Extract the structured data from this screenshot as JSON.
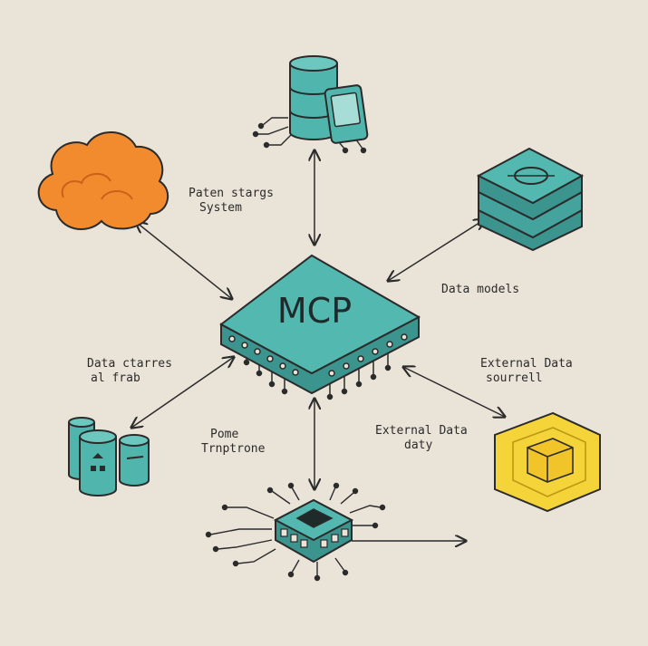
{
  "diagram": {
    "center": {
      "label": "MCP"
    },
    "labels": {
      "top_left": [
        "Paten stargs",
        "System"
      ],
      "right_upper": [
        "Data models"
      ],
      "left_lower": [
        "Data ctarres",
        "al frab"
      ],
      "right_lower": [
        "External Data",
        "sourrell"
      ],
      "center_lower_left": [
        "Pome",
        "Trnptrone"
      ],
      "center_lower_right": [
        "External Data",
        "daty"
      ]
    },
    "nodes": [
      {
        "id": "cloud",
        "icon": "cloud-icon",
        "color": "#f28a2e"
      },
      {
        "id": "database-phone",
        "icon": "database-phone-icon",
        "color": "#4fb5ad"
      },
      {
        "id": "server-stack",
        "icon": "server-stack-icon",
        "color": "#4fb5ad"
      },
      {
        "id": "storage-cylinders",
        "icon": "storage-cylinders-icon",
        "color": "#4fb5ad"
      },
      {
        "id": "data-cube",
        "icon": "cube-icon",
        "color": "#f5d43a"
      },
      {
        "id": "chip",
        "icon": "chip-icon",
        "color": "#4fb5ad"
      }
    ],
    "colors": {
      "background": "#e9e3d8",
      "teal": "#4fb5ad",
      "orange": "#f28a2e",
      "yellow": "#f5d43a",
      "ink": "#2b2b2b"
    }
  }
}
